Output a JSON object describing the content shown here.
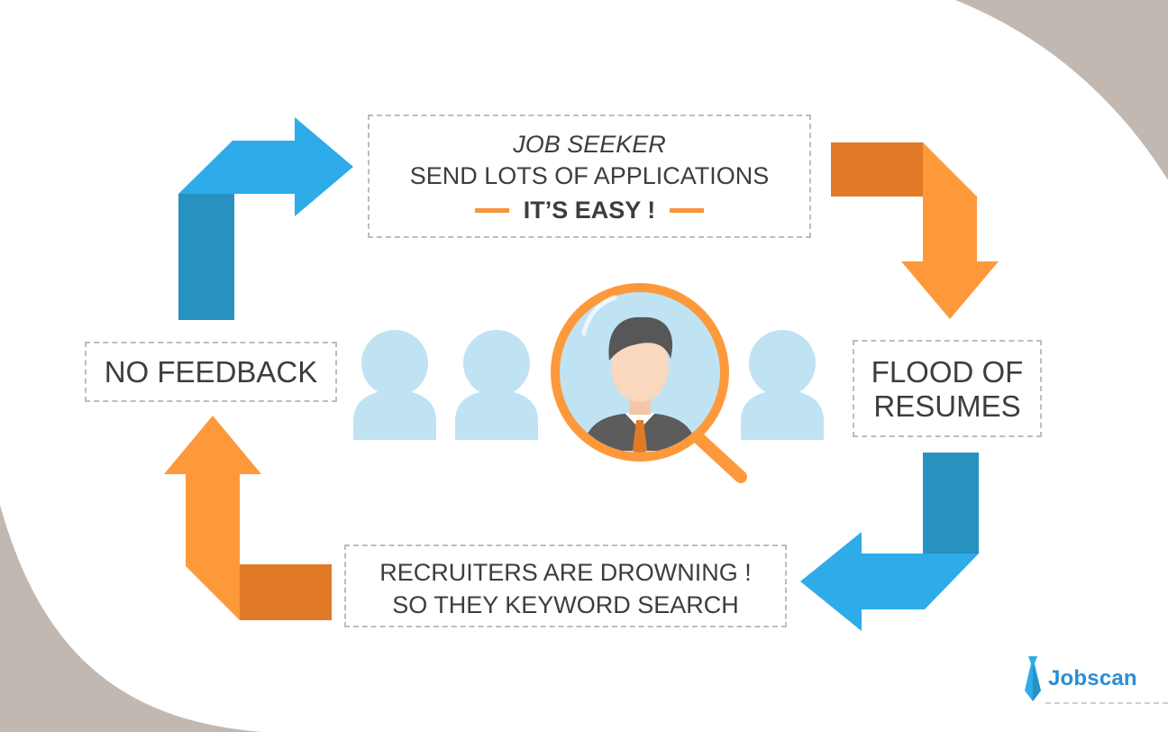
{
  "boxes": {
    "top": {
      "line1": "JOB SEEKER",
      "line2": "SEND LOTS OF APPLICATIONS",
      "line3": "IT’S EASY !"
    },
    "left": "NO FEEDBACK",
    "right": {
      "line1": "FLOOD OF",
      "line2": "RESUMES"
    },
    "bottom": {
      "line1": "RECRUITERS ARE DROWNING !",
      "line2": "SO THEY KEYWORD SEARCH"
    }
  },
  "logo": {
    "text": "Jobscan"
  },
  "colors": {
    "background": "#c2b8b2",
    "canvas": "#ffffff",
    "blue_light": "#2eabe9",
    "blue_dark": "#2791c0",
    "orange_light": "#fd993a",
    "orange_dark": "#e07a26",
    "silhouette": "#bfe3f3",
    "text": "#3d3d3d"
  },
  "icons": [
    "arrow-up-right-icon",
    "arrow-right-down-icon",
    "arrow-down-left-icon",
    "arrow-left-up-icon",
    "person-silhouette-icon",
    "magnifier-icon",
    "tie-logo-icon"
  ]
}
